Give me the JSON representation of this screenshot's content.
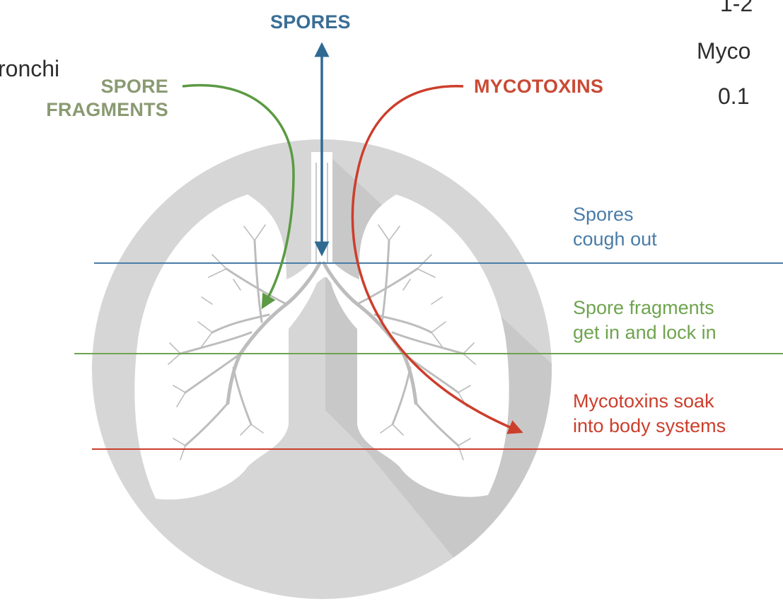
{
  "colors": {
    "spores": "#2f6a93",
    "fragments": "#5b9a43",
    "mycotoxins": "#cc3e2c",
    "circle": "#d6d6d6",
    "shadow": "#c6c6c6",
    "lung_fill": "#ffffff",
    "bronchi": "#bdbdbd"
  },
  "cropped_text": {
    "left_fragment": "ronchi",
    "top_right_1": "1-2",
    "top_right_2": "Myco",
    "top_right_3": "0.1"
  },
  "headers": {
    "spores": "SPORES",
    "fragments_line1": "SPORE",
    "fragments_line2": "FRAGMENTS",
    "mycotoxins": "MYCOTOXINS"
  },
  "notes": {
    "spores_line1": "Spores",
    "spores_line2": "cough out",
    "fragments_line1": "Spore fragments",
    "fragments_line2": "get in and lock in",
    "mycotoxins_line1": "Mycotoxins soak",
    "mycotoxins_line2": "into body systems"
  }
}
